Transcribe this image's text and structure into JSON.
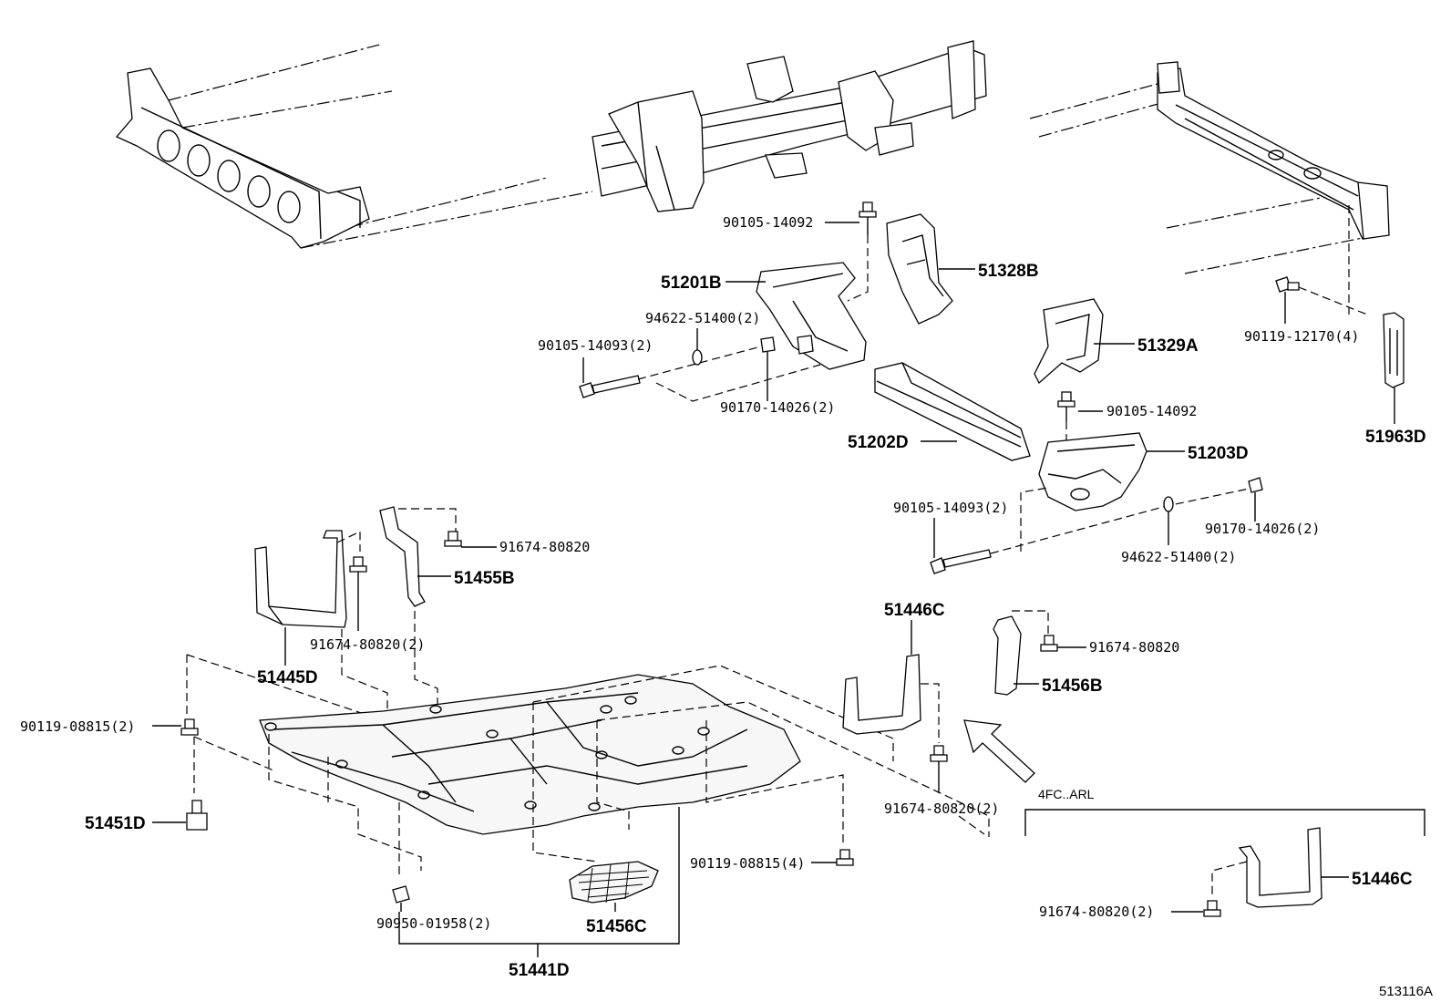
{
  "diagram_id": "513116A",
  "variant_label": "4FC..ARL",
  "labels": {
    "p90105_14092_a": "90105-14092",
    "p51201B": "51201B",
    "p51328B": "51328B",
    "p94622_51400_a": "94622-51400(2)",
    "p90105_14093_a": "90105-14093(2)",
    "p90170_14026_a": "90170-14026(2)",
    "p51329A": "51329A",
    "p90119_12170": "90119-12170(4)",
    "p51963D": "51963D",
    "p90105_14092_b": "90105-14092",
    "p51202D": "51202D",
    "p51203D": "51203D",
    "p90105_14093_b": "90105-14093(2)",
    "p90170_14026_b": "90170-14026(2)",
    "p94622_51400_b": "94622-51400(2)",
    "p91674_80820_a": "91674-80820",
    "p51455B": "51455B",
    "p91674_80820_b": "91674-80820(2)",
    "p51445D": "51445D",
    "p51446C_a": "51446C",
    "p91674_80820_c": "91674-80820",
    "p51456B": "51456B",
    "p90119_08815_a": "90119-08815(2)",
    "p91674_80820_d": "91674-80820(2)",
    "p51451D": "51451D",
    "p90119_08815_b": "90119-08815(4)",
    "p90950_01958": "90950-01958(2)",
    "p51456C": "51456C",
    "p51441D": "51441D",
    "p91674_80820_e": "91674-80820(2)",
    "p51446C_b": "51446C"
  }
}
